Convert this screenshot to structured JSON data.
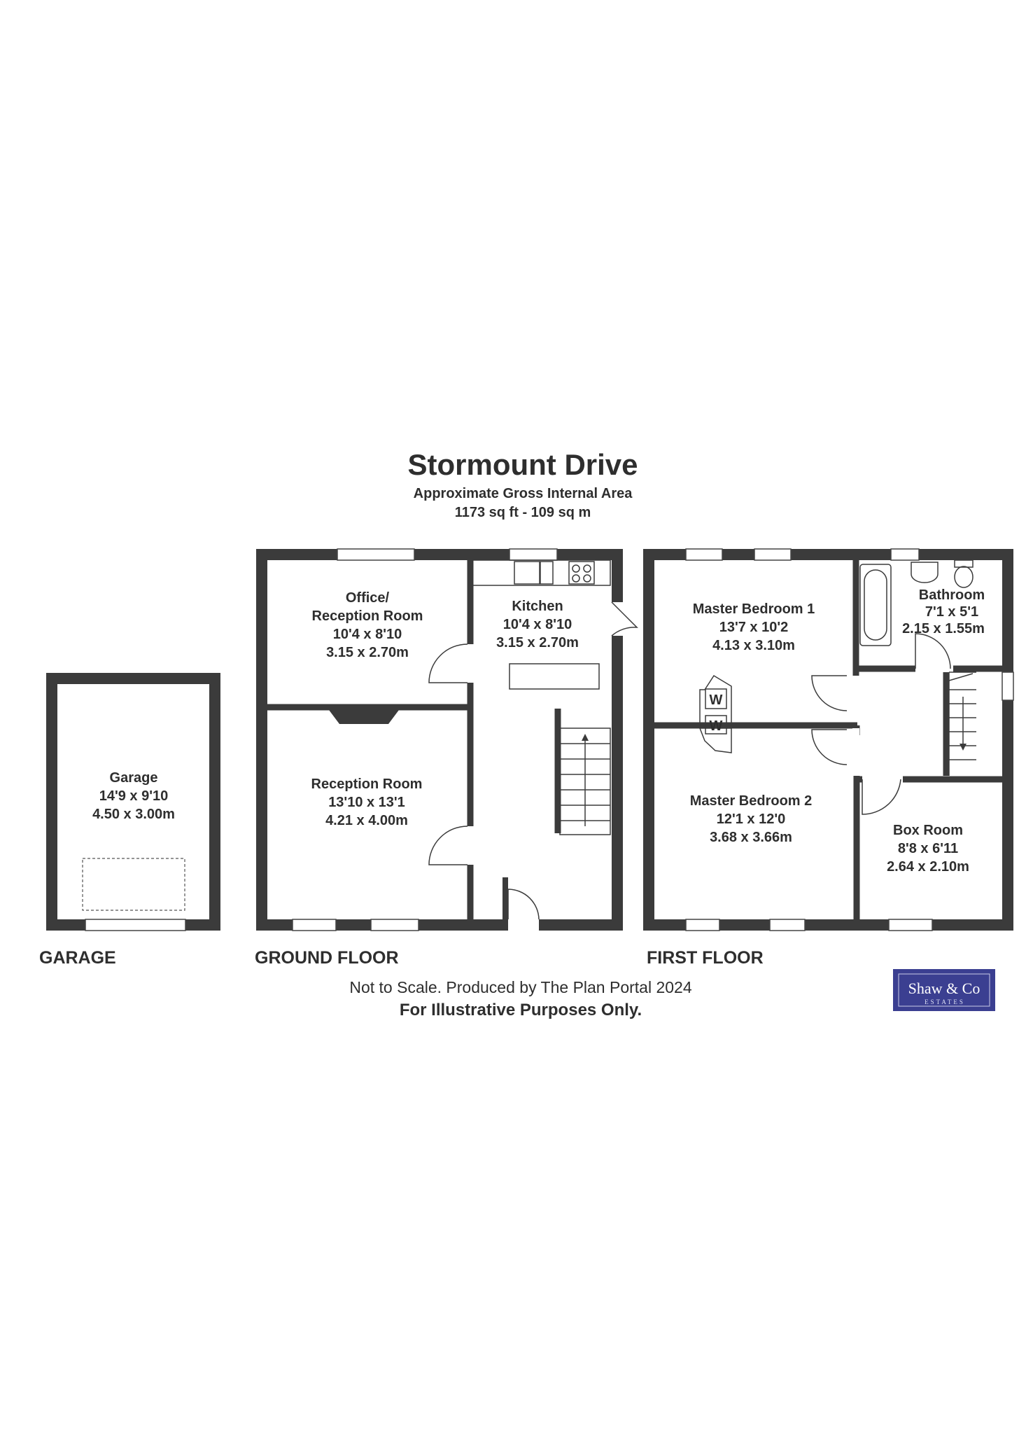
{
  "title": "Stormount Drive",
  "subtitle_area": "Approximate Gross Internal Area",
  "subtitle_size": "1173 sq ft - 109 sq m",
  "rooms": {
    "garage": {
      "line1": "Garage",
      "line2": "14'9 x 9'10",
      "line3": "4.50 x 3.00m"
    },
    "office": {
      "line1": "Office/",
      "line2": "Reception Room",
      "line3": "10'4 x 8'10",
      "line4": "3.15 x 2.70m"
    },
    "kitchen": {
      "line1": "Kitchen",
      "line2": "10'4 x 8'10",
      "line3": "3.15 x 2.70m"
    },
    "reception": {
      "line1": "Reception Room",
      "line2": "13'10 x 13'1",
      "line3": "4.21 x 4.00m"
    },
    "master1": {
      "line1": "Master Bedroom 1",
      "line2": "13'7 x 10'2",
      "line3": "4.13 x 3.10m"
    },
    "bathroom": {
      "line1": "Bathroom",
      "line2": "7'1 x 5'1",
      "line3": "2.15 x 1.55m"
    },
    "master2": {
      "line1": "Master Bedroom 2",
      "line2": "12'1 x 12'0",
      "line3": "3.68 x 3.66m"
    },
    "boxroom": {
      "line1": "Box Room",
      "line2": "8'8 x 6'11",
      "line3": "2.64 x 2.10m"
    }
  },
  "wardrobe_mark": "W",
  "floor_labels": {
    "garage": "GARAGE",
    "ground": "GROUND FLOOR",
    "first": "FIRST FLOOR"
  },
  "footer": {
    "note": "Not to Scale. Produced by The Plan Portal 2024",
    "illustrative": "For Illustrative Purposes Only."
  },
  "logo": {
    "name": "Shaw & Co",
    "sub": "ESTATES"
  },
  "colors": {
    "wall": "#3b3b3b",
    "text": "#2e2e2e",
    "logo_bg": "#3b3f91"
  }
}
